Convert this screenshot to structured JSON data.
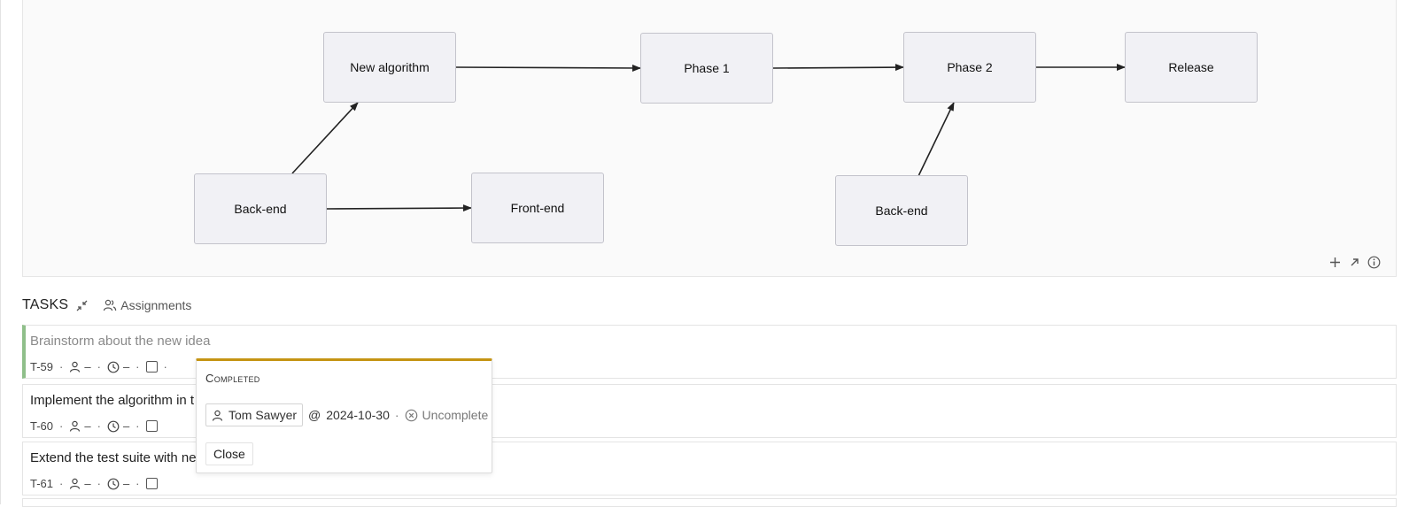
{
  "diagram": {
    "nodes": [
      {
        "id": "n1",
        "label": "New algorithm"
      },
      {
        "id": "n2",
        "label": "Phase 1"
      },
      {
        "id": "n3",
        "label": "Phase 2"
      },
      {
        "id": "n4",
        "label": "Release"
      },
      {
        "id": "n5",
        "label": "Back-end"
      },
      {
        "id": "n6",
        "label": "Front-end"
      },
      {
        "id": "n7",
        "label": "Back-end"
      }
    ],
    "edges": [
      {
        "from": "n1",
        "to": "n2"
      },
      {
        "from": "n2",
        "to": "n3"
      },
      {
        "from": "n3",
        "to": "n4"
      },
      {
        "from": "n5",
        "to": "n1"
      },
      {
        "from": "n5",
        "to": "n6"
      },
      {
        "from": "n7",
        "to": "n3"
      }
    ],
    "tools": [
      "plus-icon",
      "expand-icon",
      "info-icon"
    ]
  },
  "tasks": {
    "title": "TASKS",
    "assignments_label": "Assignments",
    "dash": "–",
    "dot": "·",
    "items": [
      {
        "id": "T-59",
        "title": "Brainstorm about the new idea",
        "completed": true
      },
      {
        "id": "T-60",
        "title": "Implement the algorithm in t",
        "completed": false
      },
      {
        "id": "T-61",
        "title": "Extend the test suite with ne",
        "completed": false
      }
    ]
  },
  "popover": {
    "title": "Completed",
    "user": "Tom Sawyer",
    "at": "@",
    "date": "2024-10-30",
    "sep": "·",
    "uncomplete_label": "Uncomplete",
    "close_label": "Close"
  },
  "colors": {
    "accent": "#c59413",
    "completed_bar": "#8fbf8a",
    "node_fill": "#f1f1f5",
    "node_border": "#c3c3cb"
  }
}
